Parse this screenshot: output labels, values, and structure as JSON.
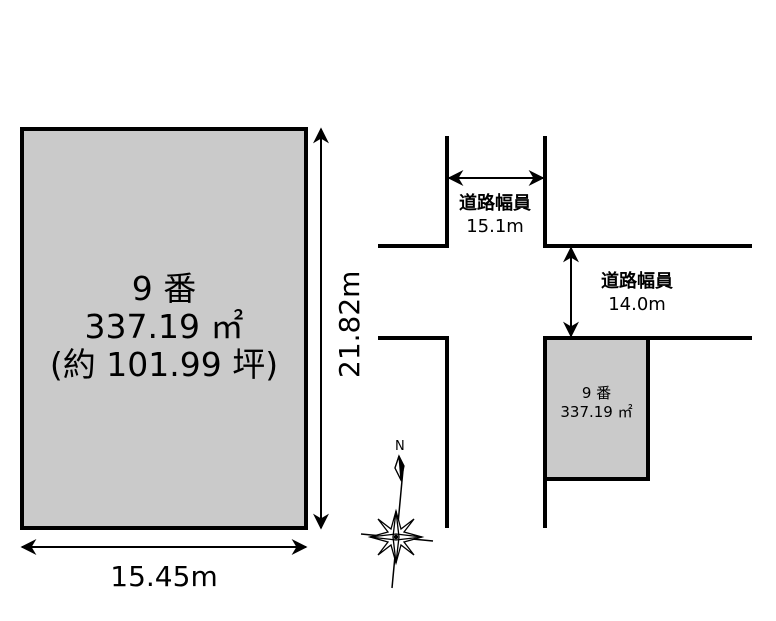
{
  "lot_main": {
    "number": "9 番",
    "area": "337.19 ㎡",
    "area_tsubo": "(約 101.99 坪)",
    "fill_color": "#cacaca",
    "border_color": "#000000"
  },
  "dimensions": {
    "width": "15.45m",
    "height": "21.82m"
  },
  "site_map": {
    "road_vertical": {
      "label": "道路幅員",
      "width": "15.1m"
    },
    "road_horizontal": {
      "label": "道路幅員",
      "width": "14.0m"
    },
    "lot_small": {
      "number": "9 番",
      "area": "337.19 ㎡"
    }
  },
  "compass": {
    "north_label": "N"
  }
}
